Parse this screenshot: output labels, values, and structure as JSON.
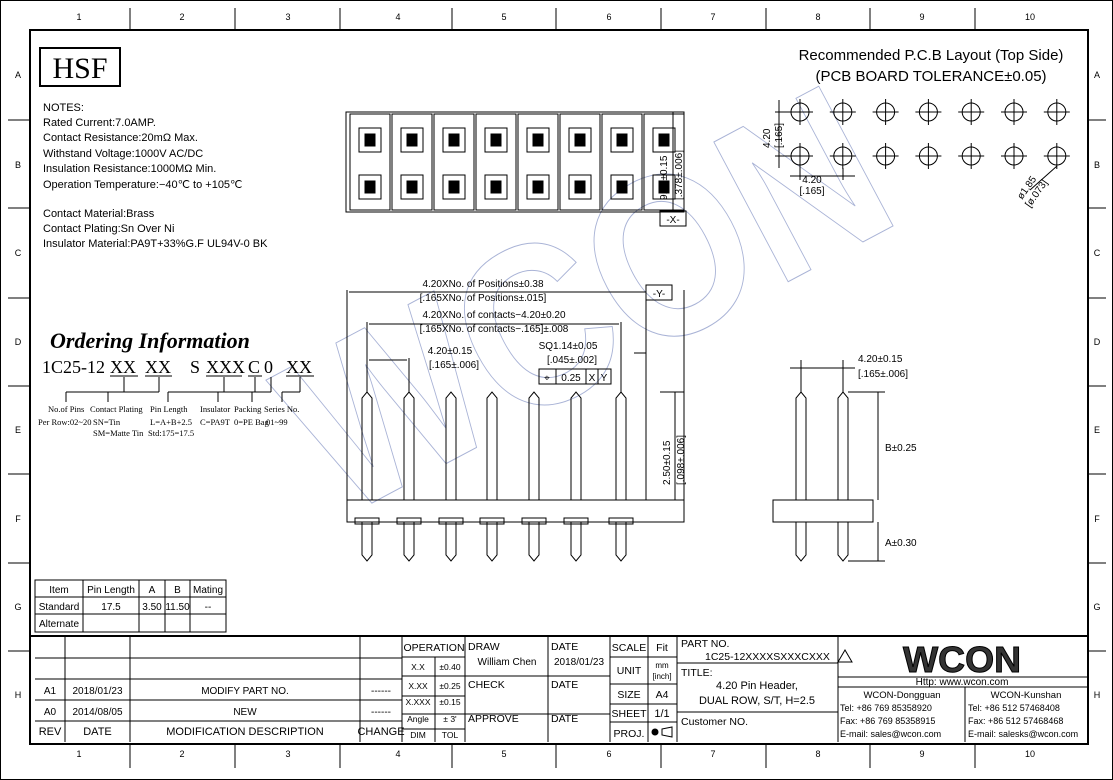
{
  "frame": {
    "columns": [
      "1",
      "2",
      "3",
      "4",
      "5",
      "6",
      "7",
      "8",
      "9",
      "10"
    ],
    "rows": [
      "A",
      "B",
      "C",
      "D",
      "E",
      "F",
      "G",
      "H"
    ]
  },
  "logo": {
    "text": "HSF"
  },
  "watermark": "WCON",
  "notes": {
    "heading": "NOTES:",
    "lines": [
      "Rated Current:7.0AMP.",
      "Contact Resistance:20mΩ  Max.",
      "Withstand Voltage:1000V AC/DC",
      "Insulation Resistance:1000MΩ  Min.",
      "Operation Temperature:−40℃  to  +105℃"
    ],
    "materials": [
      "Contact Material:Brass",
      "Contact Plating:Sn Over Ni",
      "Insulator Material:PA9T+33%G.F UL94V-0 BK"
    ]
  },
  "pcb": {
    "title": "Recommended P.C.B Layout (Top Side)",
    "subtitle": "(PCB BOARD TOLERANCE±0.05)",
    "dim_row": "4.20",
    "dim_row_inch": "[.165]",
    "dim_col": "4.20",
    "dim_col_inch": "[.165]",
    "hole": "ø1.85",
    "hole_inch": "[ø.073]"
  },
  "top_view": {
    "height": "9.60±0.15",
    "height_inch": "[.378±.006]",
    "datum": "-X-"
  },
  "front_view": {
    "overall": "4.20XNo. of Positions±0.38",
    "overall_inch": "[.165XNo. of Positions±.015]",
    "contacts": "4.20XNo. of contacts−4.20±0.20",
    "contacts_inch": "[.165XNo. of contacts−.165]±.008",
    "pitch": "4.20±0.15",
    "pitch_inch": "[.165±.006]",
    "square": "SQ1.14±0.05",
    "square_inch": "[.045±.002]",
    "tol_symbol": "⌖",
    "tol_value": "0.25",
    "tol_x": "X",
    "tol_y": "Y",
    "datum": "-Y-",
    "height": "2.50±0.15",
    "height_inch": "[.098±.006]"
  },
  "side_view": {
    "pitch": "4.20±0.15",
    "pitch_inch": "[.165±.006]",
    "b": "B±0.25",
    "a": "A±0.30"
  },
  "ordering": {
    "title": "Ordering Information",
    "prefix": "1C25-12",
    "codes": [
      "XX",
      "XX",
      "S",
      "XXX",
      "C",
      "0",
      "XX"
    ],
    "labels": [
      {
        "title": "No.of Pins",
        "lines": [
          "Per Row:02~20"
        ]
      },
      {
        "title": "Contact Plating",
        "lines": [
          "SN=Tin",
          "SM=Matte Tin"
        ]
      },
      {
        "title": "Pin Length",
        "lines": [
          "L=A+B+2.5",
          "Std:175=17.5"
        ]
      },
      {
        "title": "Insulator",
        "lines": [
          "C=PA9T"
        ]
      },
      {
        "title": "Packing",
        "lines": [
          "0=PE Bag"
        ]
      },
      {
        "title": "Series No.",
        "lines": [
          "01~99"
        ]
      }
    ]
  },
  "item_table": {
    "headers": [
      "Item",
      "Pin  Length",
      "A",
      "B",
      "Mating"
    ],
    "rows": [
      [
        "Standard",
        "17.5",
        "3.50",
        "11.50",
        "--"
      ],
      [
        "Alternate",
        "",
        "",
        "",
        ""
      ]
    ]
  },
  "revisions": {
    "rows": [
      [
        "",
        "",
        "",
        ""
      ],
      [
        "",
        "",
        "",
        ""
      ],
      [
        "A1",
        "2018/01/23",
        "MODIFY PART NO.",
        "------"
      ],
      [
        "A0",
        "2014/08/05",
        "NEW",
        "------"
      ]
    ],
    "headers": [
      "REV",
      "DATE",
      "MODIFICATION  DESCRIPTION",
      "CHANGE"
    ]
  },
  "title_block": {
    "operation": "OPERATION",
    "tolerances": [
      [
        "X.X",
        "±0.40"
      ],
      [
        "X.XX",
        "±0.25"
      ],
      [
        "X.XXX",
        "±0.15"
      ],
      [
        "Angle",
        "± 3'"
      ],
      [
        "DIM",
        "TOL"
      ]
    ],
    "draw": "DRAW",
    "drawer": "William Chen",
    "draw_date_label": "DATE",
    "draw_date": "2018/01/23",
    "check": "CHECK",
    "check_date_label": "DATE",
    "approve": "APPROVE",
    "approve_date_label": "DATE",
    "scale_label": "SCALE",
    "scale": "Fit",
    "unit_label": "UNIT",
    "unit": "mm",
    "unit2": "[inch]",
    "size_label": "SIZE",
    "size": "A4",
    "sheet_label": "SHEET",
    "sheet": "1/1",
    "proj_label": "PROJ.",
    "part_no_label": "PART NO.",
    "part_no": "1C25-12XXXXSXXXCXXX",
    "title_label": "TITLE:",
    "title_line1": "4.20 Pin Header,",
    "title_line2": "DUAL ROW, S/T, H=2.5",
    "customer_label": "Customer NO.",
    "company": "WCON",
    "website": "Http:  www.wcon.com",
    "offices": [
      {
        "name": "WCON-Dongguan",
        "tel": "Tel: +86 769 85358920",
        "fax": "Fax: +86 769 85358915",
        "email": "E-mail: sales@wcon.com"
      },
      {
        "name": "WCON-Kunshan",
        "tel": "Tel: +86 512 57468408",
        "fax": "Fax: +86 512 57468468",
        "email": "E-mail: salesks@wcon.com"
      }
    ]
  }
}
